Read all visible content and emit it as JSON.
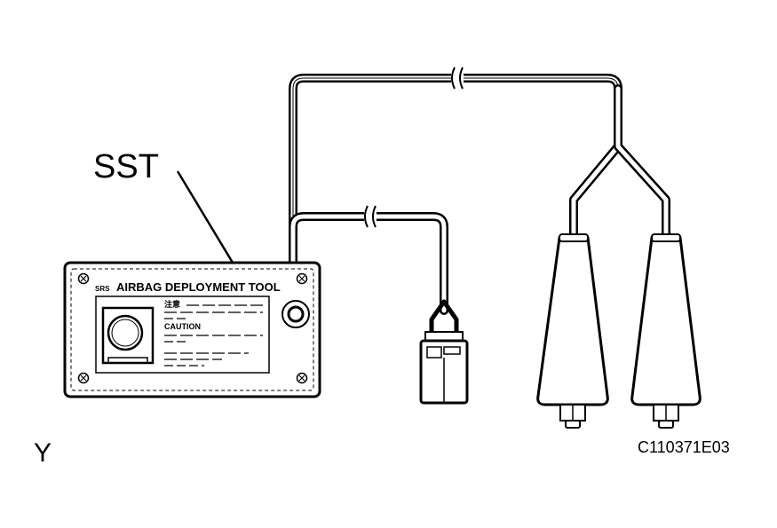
{
  "labels": {
    "sst": "SST",
    "view": "Y",
    "code": "C110371E03"
  },
  "tool": {
    "prefix": "SRS",
    "title": "AIRBAG DEPLOYMENT TOOL",
    "jp_heading": "注意",
    "caution": "CAUTION"
  }
}
